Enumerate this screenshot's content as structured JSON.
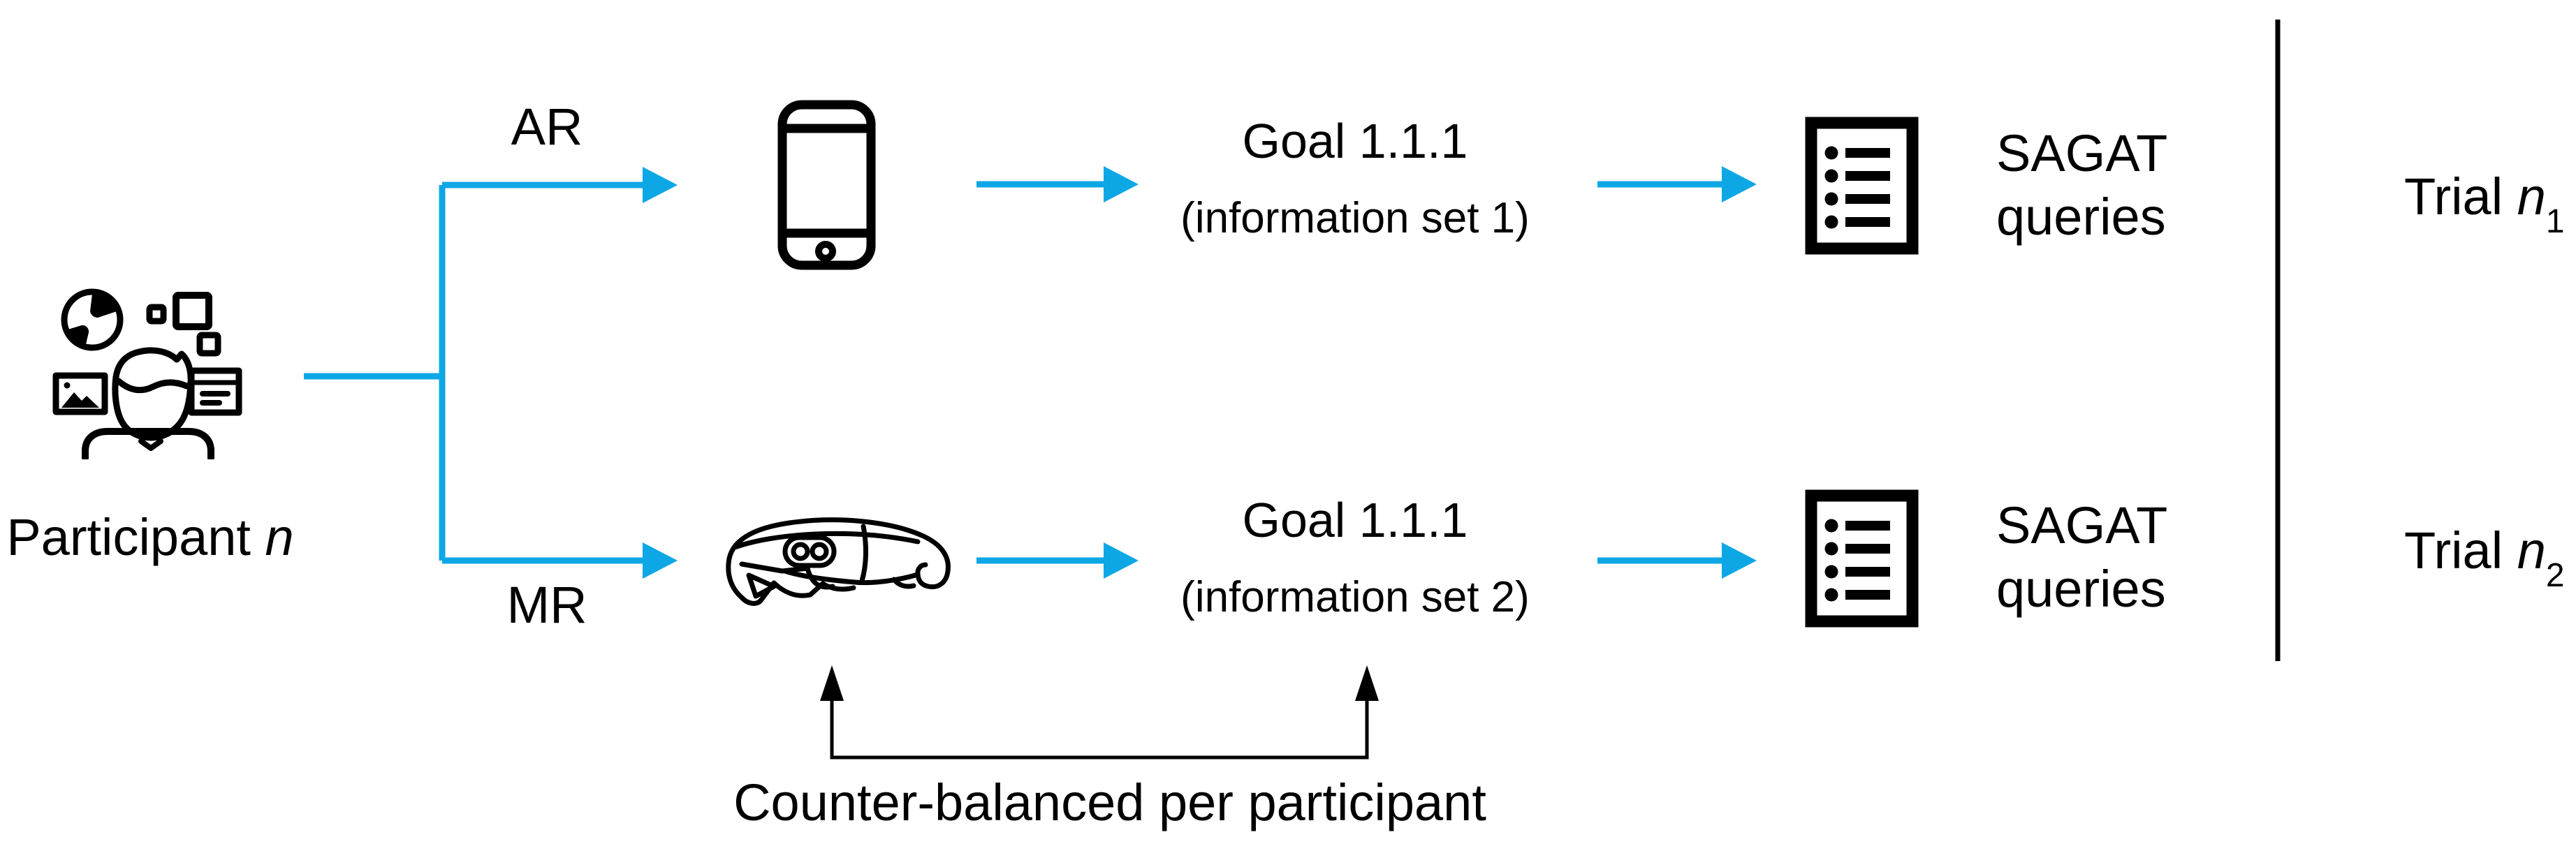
{
  "colors": {
    "accent": "#0ea7e6",
    "ink": "#000000",
    "background": "#ffffff"
  },
  "participant": {
    "prefix": "Participant ",
    "n": "n"
  },
  "branches": {
    "top": {
      "label": "AR"
    },
    "bottom": {
      "label": "MR"
    }
  },
  "goals": {
    "top": {
      "title": "Goal 1.1.1",
      "subtitle": "(information set 1)"
    },
    "bottom": {
      "title": "Goal 1.1.1",
      "subtitle": "(information set 2)"
    }
  },
  "sagat": {
    "line1": "SAGAT",
    "line2": "queries"
  },
  "trials": {
    "top": {
      "prefix": "Trial ",
      "n": "n",
      "subscript": "1"
    },
    "bottom": {
      "prefix": "Trial ",
      "n": "n",
      "subscript": "2"
    }
  },
  "counterbalance": {
    "label": "Counter-balanced per participant"
  },
  "icons": {
    "participant": "participant-media-icon",
    "ar_device": "smartphone-icon",
    "mr_device": "hololens-headset-icon",
    "sagat_top": "checklist-icon",
    "sagat_bottom": "checklist-icon"
  }
}
